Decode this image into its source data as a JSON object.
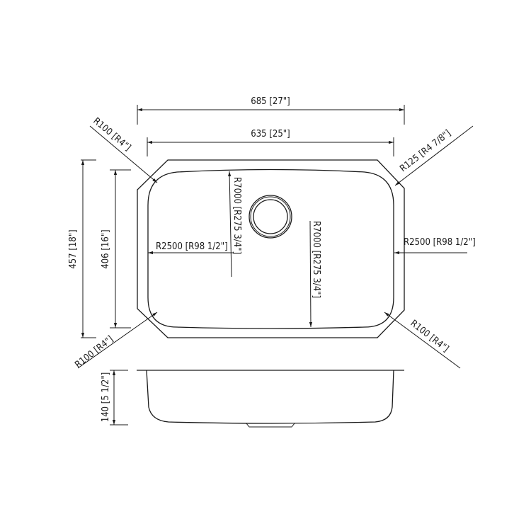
{
  "top_view": {
    "overall_width": "685 [27\"]",
    "bowl_width": "635 [25\"]",
    "overall_depth": "457 [18\"]",
    "bowl_depth": "406 [16\"]",
    "corner_top_left": "R100 [R4\"]",
    "corner_top_right": "R125 [R4 7/8\"]",
    "corner_bottom_left": "R100 [R4\"]",
    "corner_bottom_right": "R100 [R4\"]",
    "radius_long_left": "R7000 [R275 3/4\"]",
    "radius_long_right": "R7000 [R275 3/4\"]",
    "radius_side_left": "R2500 [R98 1/2\"]",
    "radius_side_right": "R2500 [R98 1/2\"]"
  },
  "side_view": {
    "bowl_height": "140 [5 1/2\"]"
  }
}
